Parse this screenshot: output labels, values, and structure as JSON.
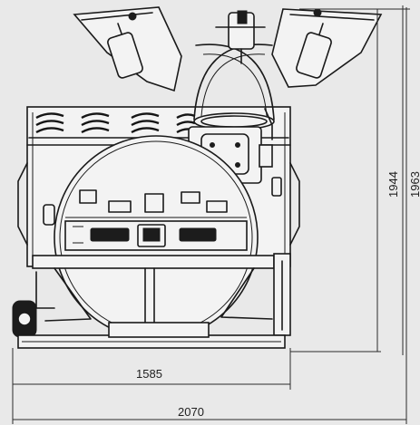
{
  "dimensions": {
    "width_inner": "1585",
    "width_total": "2070",
    "height_inner": "1944",
    "height_total": "1963"
  }
}
